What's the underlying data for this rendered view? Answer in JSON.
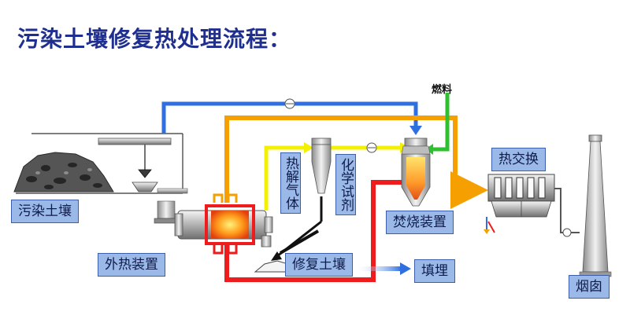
{
  "title": "污染土壤修复热处理流程：",
  "labels": {
    "soil": "污染土壤",
    "external_heating": "外热装置",
    "pyrolysis_gas": "热解气体",
    "chemical_reagent": "化学试剂",
    "incinerator": "焚烧装置",
    "heat_exchange": "热交换",
    "remediated_soil": "修复土壤",
    "landfill": "填埋",
    "chimney": "烟囱",
    "fuel": "燃料"
  },
  "colors": {
    "title": "#1f2f8f",
    "label_fill": "#9ab8e8",
    "blue_line": "#2f6fe0",
    "orange_line": "#f5a000",
    "yellow_line": "#f3f000",
    "green_line": "#2ec02e",
    "red_line": "#ee1c1c"
  }
}
